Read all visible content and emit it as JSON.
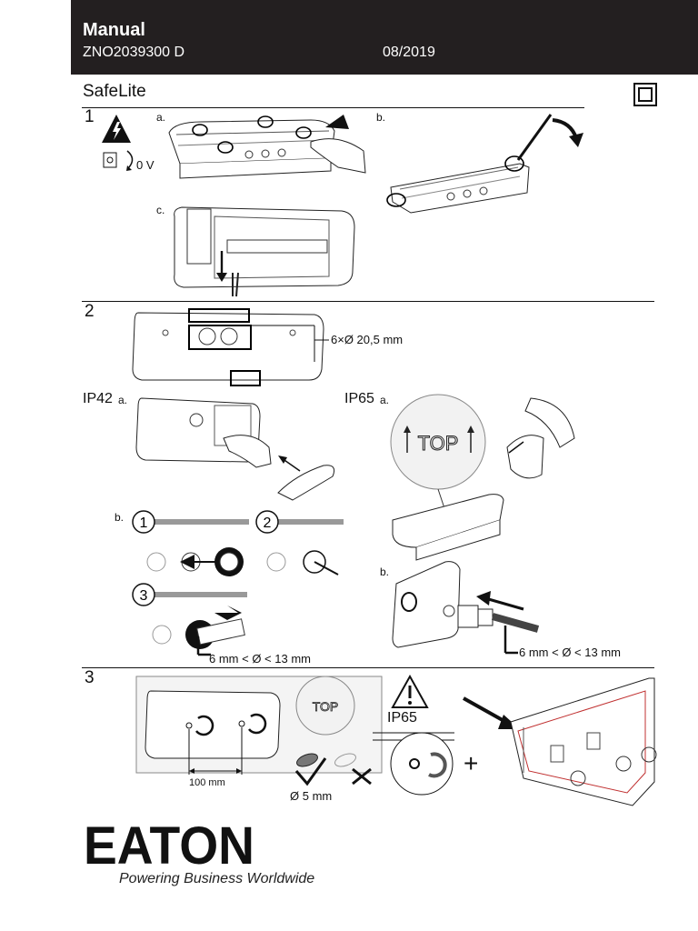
{
  "header": {
    "title": "Manual",
    "code": "ZNO2039300 D",
    "date": "08/2019"
  },
  "product": "SafeLite",
  "icons": {
    "class2": "double-insulation-icon",
    "warning": "electric-hazard-icon",
    "caution": "caution-triangle-icon"
  },
  "step1": {
    "num": "1",
    "a": "a.",
    "b": "b.",
    "c": "c.",
    "voltage": "0 V"
  },
  "step2": {
    "num": "2",
    "holes": "6×Ø 20,5 mm",
    "ip42": "IP42",
    "ip65": "IP65",
    "a1": "a.",
    "a2": "a.",
    "b1": "b.",
    "b2": "b.",
    "sub1": "1",
    "sub2": "2",
    "sub3": "3",
    "cable1": "6 mm < Ø < 13 mm",
    "cable2": "6 mm < Ø < 13 mm",
    "top": "TOP"
  },
  "step3": {
    "num": "3",
    "spacing": "100 mm",
    "drill": "Ø 5 mm",
    "ip65": "IP65",
    "top": "TOP",
    "plus": "+"
  },
  "brand": {
    "logo": "EATON",
    "tagline": "Powering Business Worldwide"
  }
}
